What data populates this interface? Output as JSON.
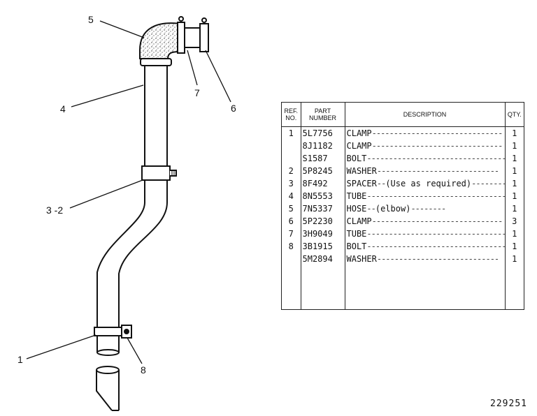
{
  "figure_number": "229251",
  "callouts": [
    "5",
    "7",
    "6",
    "4",
    "3 -2",
    "1",
    "8"
  ],
  "table": {
    "headers": {
      "ref": "REF. NO.",
      "part": "PART NUMBER",
      "desc": "DESCRIPTION",
      "qty": "QTY."
    },
    "rows": [
      {
        "ref": "1",
        "part": "5L7756",
        "desc": "CLAMP",
        "note": "",
        "qty": "1"
      },
      {
        "ref": "",
        "part": "8J1182",
        "desc": "CLAMP",
        "note": "",
        "qty": "1"
      },
      {
        "ref": "",
        "part": "S1587",
        "desc": "BOLT",
        "note": "",
        "qty": "1"
      },
      {
        "ref": "2",
        "part": "5P8245",
        "desc": "WASHER",
        "note": "",
        "qty": "1"
      },
      {
        "ref": "3",
        "part": "8F492",
        "desc": "SPACER",
        "note": "(Use as required)",
        "qty": "1"
      },
      {
        "ref": "4",
        "part": "8N5553",
        "desc": "TUBE",
        "note": "",
        "qty": "1"
      },
      {
        "ref": "5",
        "part": "7N5337",
        "desc": "HOSE",
        "note": "(elbow)",
        "qty": "1"
      },
      {
        "ref": "6",
        "part": "5P2230",
        "desc": "CLAMP",
        "note": "",
        "qty": "3"
      },
      {
        "ref": "7",
        "part": "3H9049",
        "desc": "TUBE",
        "note": "",
        "qty": "1"
      },
      {
        "ref": "8",
        "part": "3B1915",
        "desc": "BOLT",
        "note": "",
        "qty": "1"
      },
      {
        "ref": "",
        "part": "5M2894",
        "desc": "WASHER",
        "note": "",
        "qty": "1"
      }
    ]
  }
}
